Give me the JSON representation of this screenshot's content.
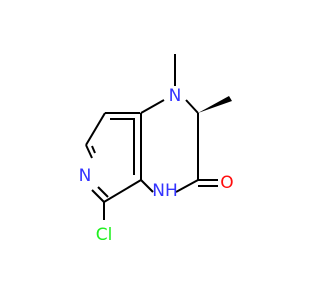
{
  "molecule": {
    "atoms": {
      "n1": "N",
      "n4": "NH",
      "n6": "N",
      "cl": "Cl",
      "o": "O"
    },
    "colors": {
      "bond": "#000000",
      "nitrogen": "#3333FF",
      "oxygen": "#FF0D0D",
      "chlorine": "#1FF01F"
    }
  }
}
